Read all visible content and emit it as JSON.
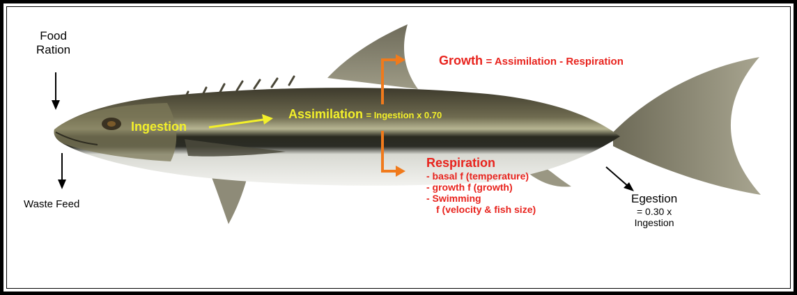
{
  "labels": {
    "food_ration_line1": "Food",
    "food_ration_line2": "Ration",
    "waste_feed": "Waste Feed",
    "ingestion": "Ingestion",
    "assimilation": "Assimilation",
    "assimilation_formula": "= Ingestion x 0.70",
    "growth": "Growth",
    "growth_formula": "= Assimilation - Respiration",
    "respiration": "Respiration",
    "respiration_items": [
      "- basal f (temperature)",
      "- growth f (growth)",
      "- Swimming",
      "f (velocity & fish size)"
    ],
    "egestion": "Egestion",
    "egestion_formula_line1": "= 0.30 x",
    "egestion_formula_line2": "Ingestion"
  },
  "colors": {
    "red_text": "#e8231d",
    "yellow_text": "#f3f02a",
    "orange_arrow": "#f07a1c",
    "black": "#000000"
  }
}
